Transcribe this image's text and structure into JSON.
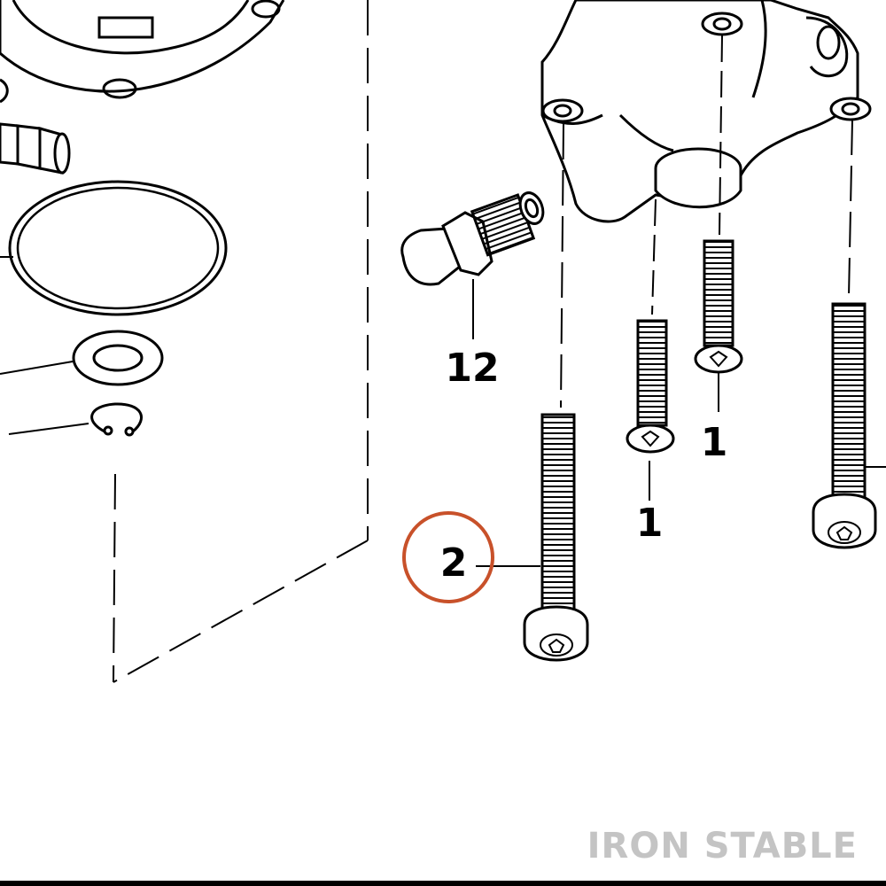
{
  "diagram": {
    "callouts": {
      "part_12": "12",
      "part_1_upper": "1",
      "part_1_lower": "1",
      "part_2": "2"
    },
    "highlight_color": "#c8512a",
    "watermark": "IRON STABLE"
  }
}
